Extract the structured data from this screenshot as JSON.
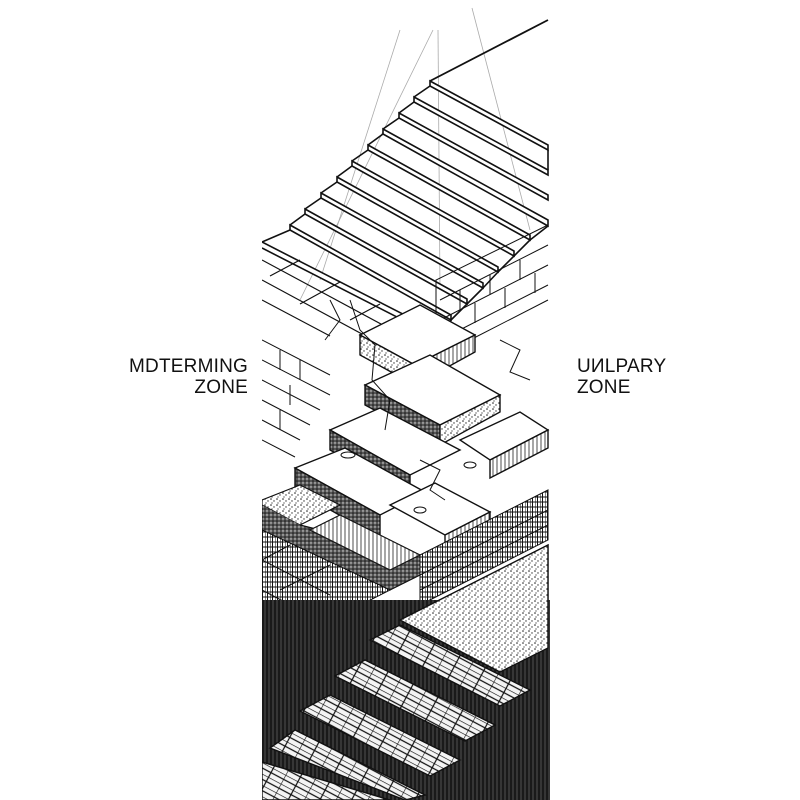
{
  "figure": {
    "type": "ink-illustration",
    "subject": "isometric-staircase",
    "colors": {
      "background": "#ffffff",
      "ink": "#111111",
      "guide_line": "#aaaaaa"
    }
  },
  "labels": {
    "left": {
      "line1": "MDTERMING",
      "line2": "ZONE"
    },
    "right": {
      "line1": "UИLPARY",
      "line2": "ZONE"
    }
  },
  "sections": {
    "upper_stairs": {
      "step_count": 11,
      "style": "clean outline"
    },
    "middle_ruins": {
      "style": "cracked stone blocks, stippled"
    },
    "lower_stairs": {
      "step_count": 5,
      "style": "dense cross-hatching"
    }
  }
}
